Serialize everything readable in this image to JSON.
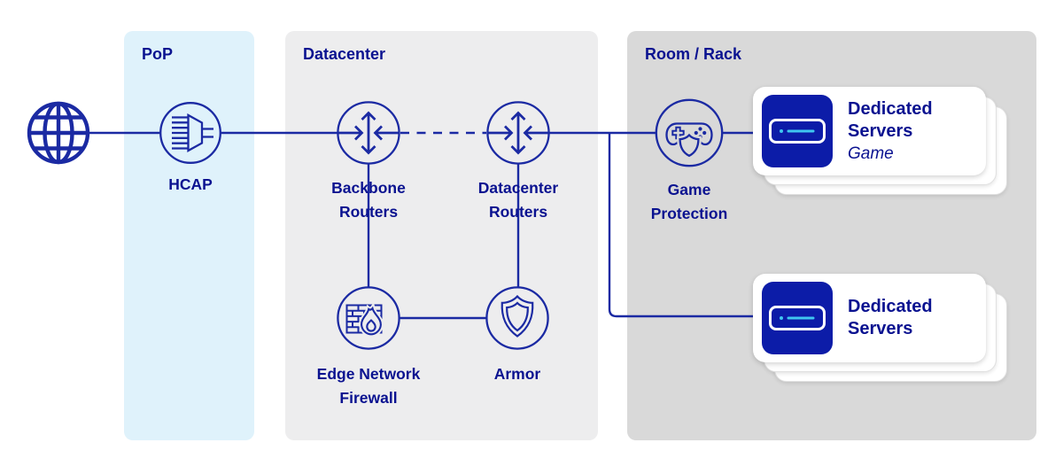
{
  "diagram": {
    "description": "Network path diagram from internet to dedicated game servers",
    "sections": {
      "pop": {
        "title": "PoP"
      },
      "datacenter": {
        "title": "Datacenter"
      },
      "room_rack": {
        "title": "Room / Rack"
      }
    },
    "nodes": {
      "internet": {
        "icon": "globe-icon",
        "label": ""
      },
      "hcap": {
        "icon": "hcap-aggregator-icon",
        "label": "HCAP"
      },
      "backbone_routers": {
        "icon": "router-icon",
        "label": "Backbone Routers"
      },
      "datacenter_routers": {
        "icon": "router-icon",
        "label": "Datacenter Routers"
      },
      "edge_firewall": {
        "icon": "firewall-icon",
        "label": "Edge Network Firewall"
      },
      "armor": {
        "icon": "shield-icon",
        "label": "Armor"
      },
      "game_protection": {
        "icon": "gamepad-shield-icon",
        "label": "Game Protection"
      }
    },
    "server_groups": [
      {
        "title": "Dedicated Servers",
        "subtitle": "Game",
        "icon": "server-icon",
        "stack_count": 3
      },
      {
        "title": "Dedicated Servers",
        "subtitle": "",
        "icon": "server-icon",
        "stack_count": 3
      }
    ],
    "edges": [
      "internet - hcap",
      "hcap - backbone_routers",
      "backbone_routers - datacenter_routers (dashed)",
      "backbone_routers - edge_firewall",
      "datacenter_routers - armor",
      "edge_firewall - armor",
      "datacenter_routers - game_protection",
      "game_protection - dedicated_servers_game",
      "datacenter_routers - dedicated_servers"
    ],
    "colors": {
      "navy_text": "#0A1290",
      "line_blue": "#1B2AA3",
      "tile_blue": "#0C1CA8",
      "led_cyan": "#3FC6F0",
      "pop_bg": "#DFF2FB",
      "datacenter_bg": "#EDEDEE",
      "room_rack_bg": "#D9D9D9",
      "card_bg": "#FFFFFF"
    }
  }
}
